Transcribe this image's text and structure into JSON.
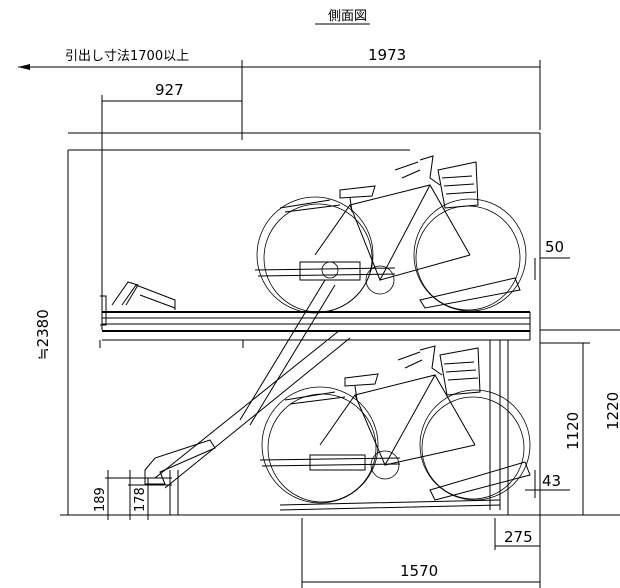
{
  "title": "側面図",
  "labels": {
    "pull_out": "引出し寸法1700以上",
    "total_width": "1973",
    "rail_extend": "927",
    "height_total": "≒2380",
    "gap_50": "50",
    "upper_height_1120": "1120",
    "upper_height_1220": "1220",
    "gap_43": "43",
    "base_189": "189",
    "base_178": "178",
    "offset_275": "275",
    "lower_width": "1570"
  }
}
